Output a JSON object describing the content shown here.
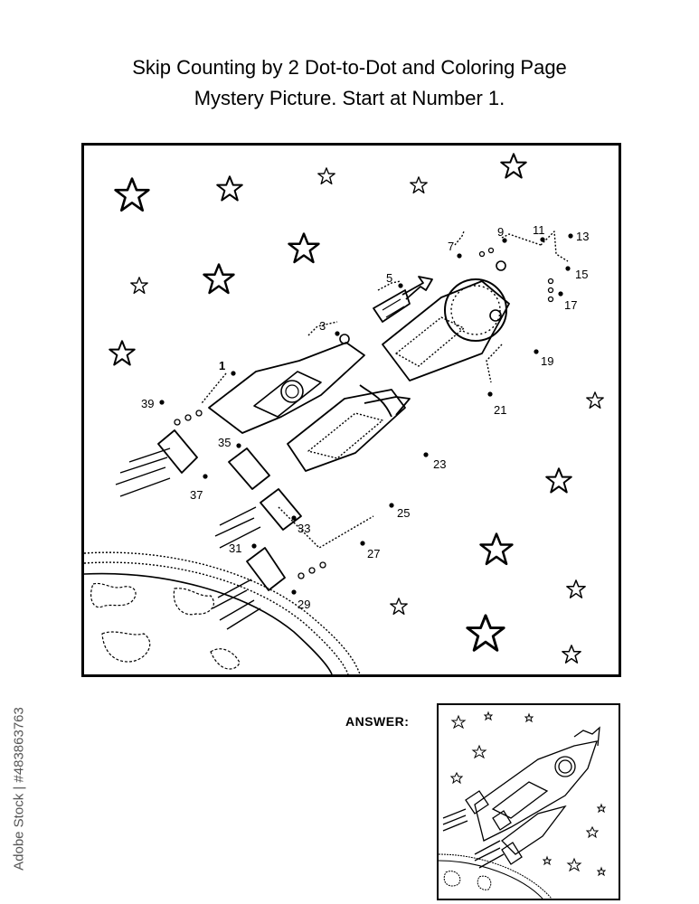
{
  "title": {
    "line1": "Skip Counting by 2 Dot-to-Dot and Coloring Page",
    "line2": "Mystery Picture. Start at Number 1."
  },
  "answer_label": "ANSWER:",
  "stock_id": "Adobe Stock | #483863763",
  "dots": [
    {
      "n": "1"
    },
    {
      "n": "3"
    },
    {
      "n": "5"
    },
    {
      "n": "7"
    },
    {
      "n": "9"
    },
    {
      "n": "11"
    },
    {
      "n": "13"
    },
    {
      "n": "15"
    },
    {
      "n": "17"
    },
    {
      "n": "19"
    },
    {
      "n": "21"
    },
    {
      "n": "23"
    },
    {
      "n": "25"
    },
    {
      "n": "27"
    },
    {
      "n": "29"
    },
    {
      "n": "31"
    },
    {
      "n": "33"
    },
    {
      "n": "35"
    },
    {
      "n": "37"
    },
    {
      "n": "39"
    }
  ]
}
